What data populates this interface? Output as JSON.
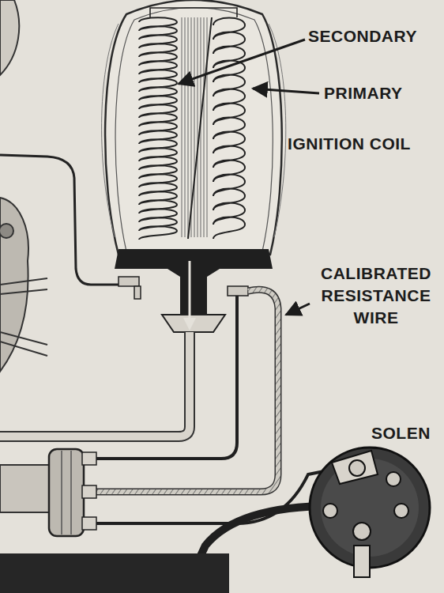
{
  "diagram": {
    "labels": [
      "SECONDARY",
      "PRIMARY",
      "IGNITION COIL",
      "CALIBRATED RESISTANCE WIRE",
      "SOLEN"
    ]
  }
}
